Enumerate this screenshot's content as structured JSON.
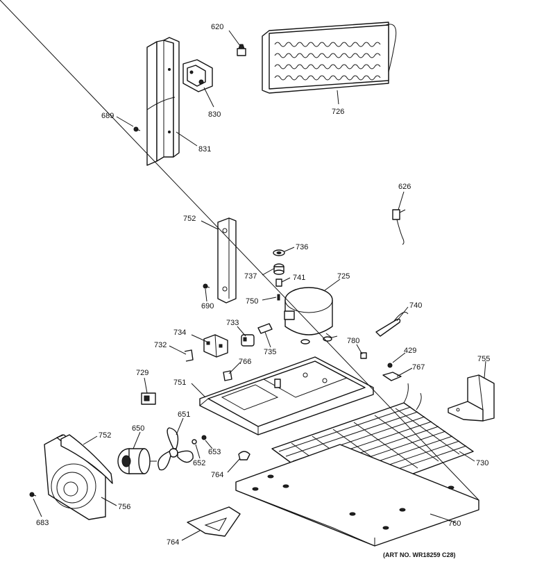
{
  "labels": {
    "p620": "620",
    "p726": "726",
    "p830": "830",
    "p689": "689",
    "p831": "831",
    "p626": "626",
    "p752a": "752",
    "p736": "736",
    "p737": "737",
    "p741": "741",
    "p725": "725",
    "p750": "750",
    "p690": "690",
    "p740": "740",
    "p733": "733",
    "p734": "734",
    "p732": "732",
    "p735": "735",
    "p780": "780",
    "p429": "429",
    "p767": "767",
    "p755": "755",
    "p766": "766",
    "p729": "729",
    "p751": "751",
    "p651": "651",
    "p650": "650",
    "p752b": "752",
    "p653": "653",
    "p652": "652",
    "p764a": "764",
    "p730": "730",
    "p756": "756",
    "p683": "683",
    "p760": "760",
    "p764b": "764"
  },
  "art_number": "(ART NO. WR18259 C28)",
  "colors": {
    "line": "#111111",
    "background": "#ffffff"
  }
}
